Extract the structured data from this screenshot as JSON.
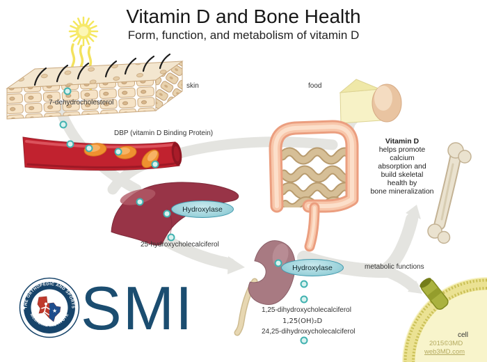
{
  "header": {
    "title": "Vitamin D and Bone Health",
    "subtitle": "Form, function, and metabolism of vitamin D"
  },
  "labels": {
    "skin": "skin",
    "food": "food",
    "skin_molecule": "7-dehydrocholesterol",
    "dbp": "DBP (vitamin D Binding Protein)",
    "hydroxylase_liver": "Hydroxylase",
    "hydroxylase_kidney": "Hydroxylase",
    "liver_product": "25-hydroxycholecalciferol",
    "metabolic": "metabolic functions",
    "kidney_product_active": "1,25-dihydroxycholecalciferol",
    "kidney_product_short": "1,25(OH)₂D",
    "kidney_product_inactive": "24,25-dihydroxycholecalciferol",
    "cell": "cell"
  },
  "note": {
    "heading": "Vitamin D",
    "lines": [
      "helps promote",
      "calcium",
      "absorption and",
      "build skeletal",
      "health by",
      "bone mineralization"
    ]
  },
  "logo": {
    "acronym": "SMI",
    "badge_top": "THE ORTHOPEDIC AND SPORTS",
    "badge_bottom": "MEDICINE INSTITUTE"
  },
  "watermark": {
    "copyright": "2015©3MD",
    "site": "web3MD.com"
  },
  "icons": {
    "star": "★"
  },
  "colors": {
    "vitamin_d_teal": "#41b2b0",
    "vessel_red": "#c1222f",
    "dbp_orange": "#ef9130",
    "liver_red": "#983447",
    "kidney_rose": "#a87a82",
    "intestine_salmon": "#eb9e7f",
    "hydroxylase_blue": "#9fd4dc",
    "arrow_gray": "#e4e4e0",
    "logo_navy": "#1b4d70",
    "cell_yellow": "#f8f4cb",
    "bone_cream": "#eae2cf",
    "sun_yellow": "#f5e75e",
    "watermark_olive": "#b3a95e"
  }
}
